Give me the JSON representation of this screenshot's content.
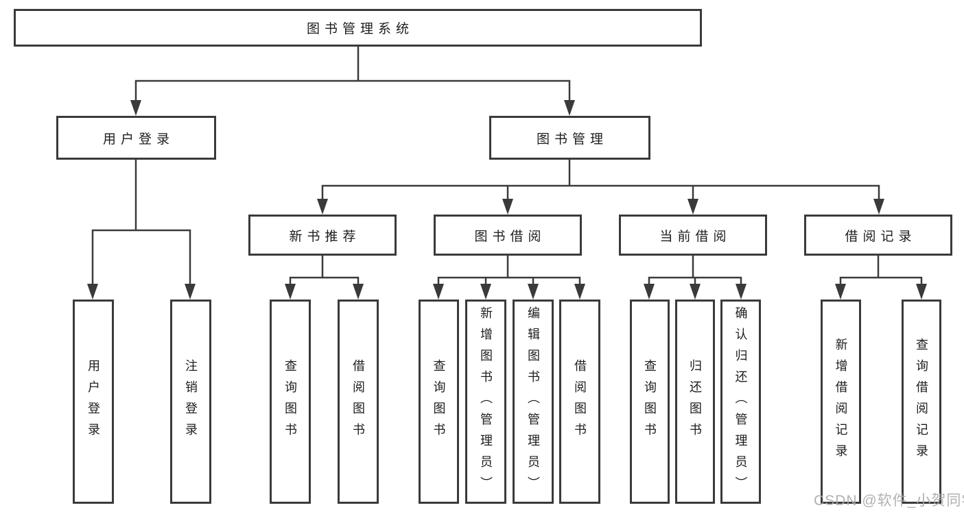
{
  "tree": {
    "root": "图书管理系统",
    "level1": [
      {
        "label": "用户登录",
        "leaves": [
          "用户登录",
          "注销登录"
        ]
      },
      {
        "label": "图书管理",
        "groups": [
          {
            "label": "新书推荐",
            "leaves": [
              "查询图书",
              "借阅图书"
            ]
          },
          {
            "label": "图书借阅",
            "leaves": [
              "查询图书",
              "新增图书（管理员）",
              "编辑图书（管理员）",
              "借阅图书"
            ]
          },
          {
            "label": "当前借阅",
            "leaves": [
              "查询图书",
              "归还图书",
              "确认归还（管理员）"
            ]
          },
          {
            "label": "借阅记录",
            "leaves": [
              "新增借阅记录",
              "查询借阅记录"
            ]
          }
        ]
      }
    ]
  },
  "watermark": "CSDN @软件_小贺同学",
  "colors": {
    "line": "#3a3a3a",
    "text": "#1d1d1d",
    "watermark": "#a8a8a8",
    "background": "#ffffff"
  }
}
